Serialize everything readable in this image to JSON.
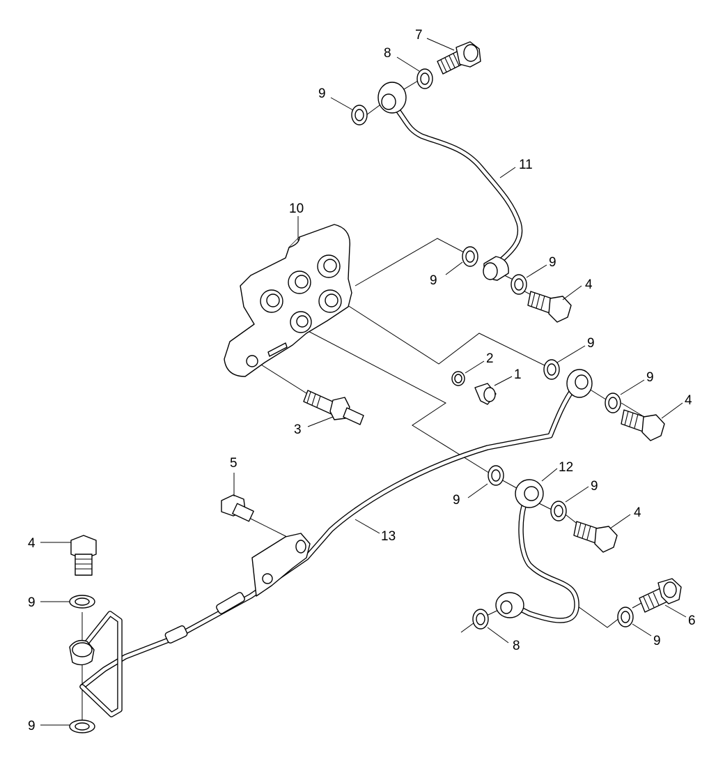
{
  "callouts": {
    "c1": "1",
    "c2": "2",
    "c3": "3",
    "c4a": "4",
    "c4b": "4",
    "c4c": "4",
    "c4d": "4",
    "c5": "5",
    "c6": "6",
    "c7": "7",
    "c8a": "8",
    "c8b": "8",
    "c9a": "9",
    "c9b": "9",
    "c9c": "9",
    "c9d": "9",
    "c9e": "9",
    "c9f": "9",
    "c9g": "9",
    "c9h": "9",
    "c9i": "9",
    "c9j": "9",
    "c10": "10",
    "c11": "11",
    "c12": "12",
    "c13": "13"
  },
  "colors": {
    "line": "#000000",
    "background": "#ffffff"
  }
}
